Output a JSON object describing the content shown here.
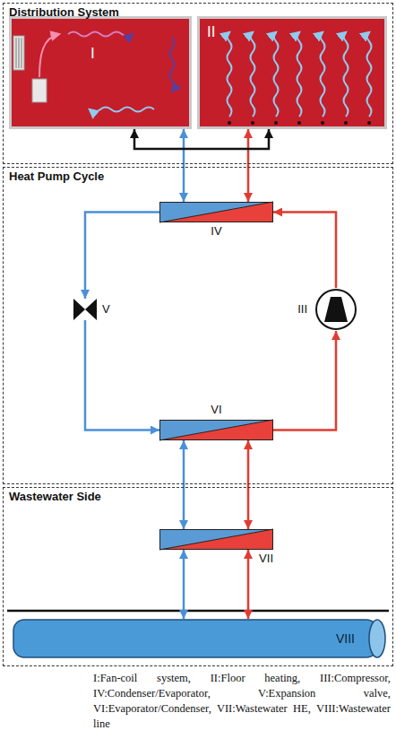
{
  "diagram": {
    "caption": "I:Fan-coil system, II:Floor heating, III:Compressor, IV:Condenser/Evaporator, V:Expansion valve, VI:Evaporator/Condenser, VII:Wastewater HE, VIII:Wastewater line",
    "nodes": [
      {
        "text": [
          "Distribution System"
        ]
      },
      {
        "text": [
          "I"
        ],
        "in": 0
      },
      {
        "text": [
          "II"
        ],
        "in": 0
      },
      {
        "text": [
          "Heat Pump Cycle"
        ]
      },
      {
        "text": [
          "IV"
        ],
        "in": 3
      },
      {
        "text": [
          "V"
        ],
        "in": 3
      },
      {
        "text": [
          "III"
        ],
        "in": 3
      },
      {
        "text": [
          "VI"
        ],
        "in": 3
      },
      {
        "text": [
          "Wastewater Side"
        ]
      },
      {
        "text": [
          "VII"
        ],
        "in": 8
      },
      {
        "text": [
          "VIII"
        ],
        "in": 8
      }
    ],
    "edges": [
      {
        "from": 1,
        "to": 4,
        "arrow": "both"
      },
      {
        "from": 2,
        "to": 4,
        "arrow": "both"
      },
      {
        "from": 1,
        "to": 2,
        "arrow": "both"
      },
      {
        "from": 4,
        "to": 5,
        "arrow": "to"
      },
      {
        "from": 5,
        "to": 7,
        "arrow": "to"
      },
      {
        "from": 7,
        "to": 6,
        "arrow": "to"
      },
      {
        "from": 6,
        "to": 4,
        "arrow": "to"
      },
      {
        "from": 7,
        "to": 9,
        "arrow": "both"
      },
      {
        "from": 7,
        "to": 9,
        "arrow": "both"
      },
      {
        "from": 9,
        "to": 10,
        "arrow": "both"
      },
      {
        "from": 9,
        "to": 10,
        "arrow": "both"
      }
    ]
  }
}
